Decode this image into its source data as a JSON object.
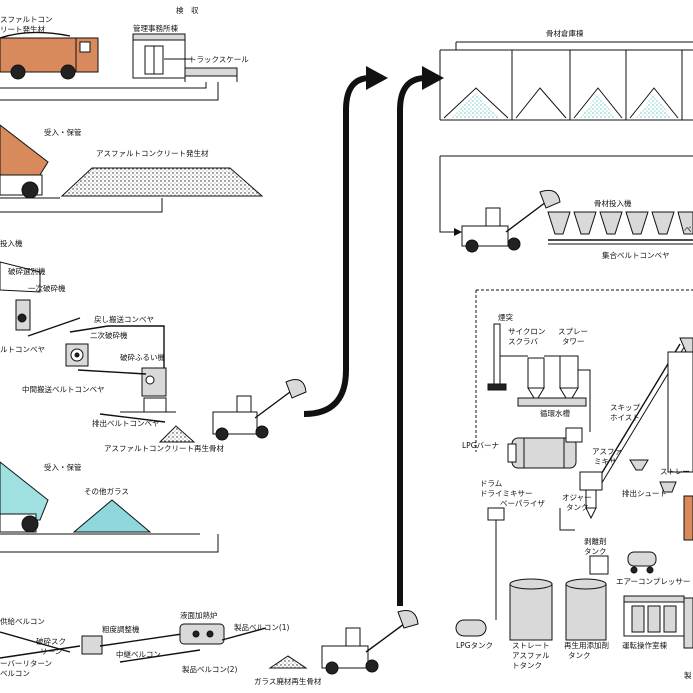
{
  "labels": {
    "inspection": "検　収",
    "asphalt_source_top": "スファルトコン",
    "asphalt_source_top2": "リート発生材",
    "admin_office": "管理事務所棟",
    "truck_scale": "トラックスケール",
    "aggregate_silo": "骨材倉庫棟",
    "receive_storage_1": "受入・保管",
    "asphalt_concrete_material": "アスファルトコンクリート発生材",
    "crusher_feeder": "投入機",
    "primary_crusher_screen": "破砕選別機",
    "primary_crusher": "一次破砕機",
    "return_conveyor": "戻し搬送コンベヤ",
    "secondary_crusher": "二次破砕機",
    "belt_conveyor_left": "ルトコンベヤ",
    "crushed_screen": "破砕ふるい機",
    "mid_conveyor": "中間搬送ベルトコンベヤ",
    "discharge_conveyor": "排出ベルトコンベヤ",
    "recycled_material": "アスファルトコンクリート再生骨材",
    "receive_storage_2": "受入・保管",
    "other_glass": "その他ガラス",
    "aggregate_feeder": "骨材投入機",
    "collecting_conveyor": "集合ベルトコンベヤ",
    "belt_conveyor_right": "ベ",
    "exhaust": "煙突",
    "cyclone": "サイクロン",
    "scrubber": "スクラバ",
    "spray": "スプレー",
    "tower": "タワー",
    "circulating_tank": "循環水槽",
    "skip": "スキップ",
    "hoist": "ホイスト",
    "lpg_burner": "LPGバーナ",
    "agitator_1": "アスファ",
    "agitator_2": "ミキサ",
    "drum_1": "ドラム",
    "drum_2": "ドライミキサー",
    "vaporizer": "ベーパライザ",
    "storage_tank_1": "ストレー",
    "discharge_chute": "排出シュート",
    "emulsion_tank": "オジャー",
    "emulsion_tank2": "タンク",
    "release_agent_tank1": "剥離剤",
    "release_agent_tank2": "タンク",
    "air_compressor": "エアーコンプレッサー",
    "lpg_tank": "LPGタンク",
    "straight_asphalt_tank1": "ストレート",
    "straight_asphalt_tank2": "アスファル",
    "straight_asphalt_tank3": "トタンク",
    "recycling_additive_tank1": "再生用添加剤",
    "recycling_additive_tank2": "タンク",
    "operation_room": "運転操作室棟",
    "far_right": "製",
    "feed_belt_con": "供給ベルコン",
    "breaker_screen_1": "破砕スク",
    "breaker_screen_2": "リーン",
    "glass_crusher": "粗度調整機",
    "waste_glass_furnace": "液面加熱炉",
    "product_belt_con_1": "製品ベルコン(1)",
    "medium_belt_con": "中継ベルコン",
    "product_belt_con_2": "製品ベルコン(2)",
    "return_conveyor_2": "ーバーリターン",
    "return_conveyor_3": "ベルコン",
    "glass_recycled": "ガラス廃材再生骨材"
  },
  "icons": {
    "flow_arrow_1": "curved-arrow-up-right",
    "flow_arrow_2": "curved-arrow-up-right"
  }
}
